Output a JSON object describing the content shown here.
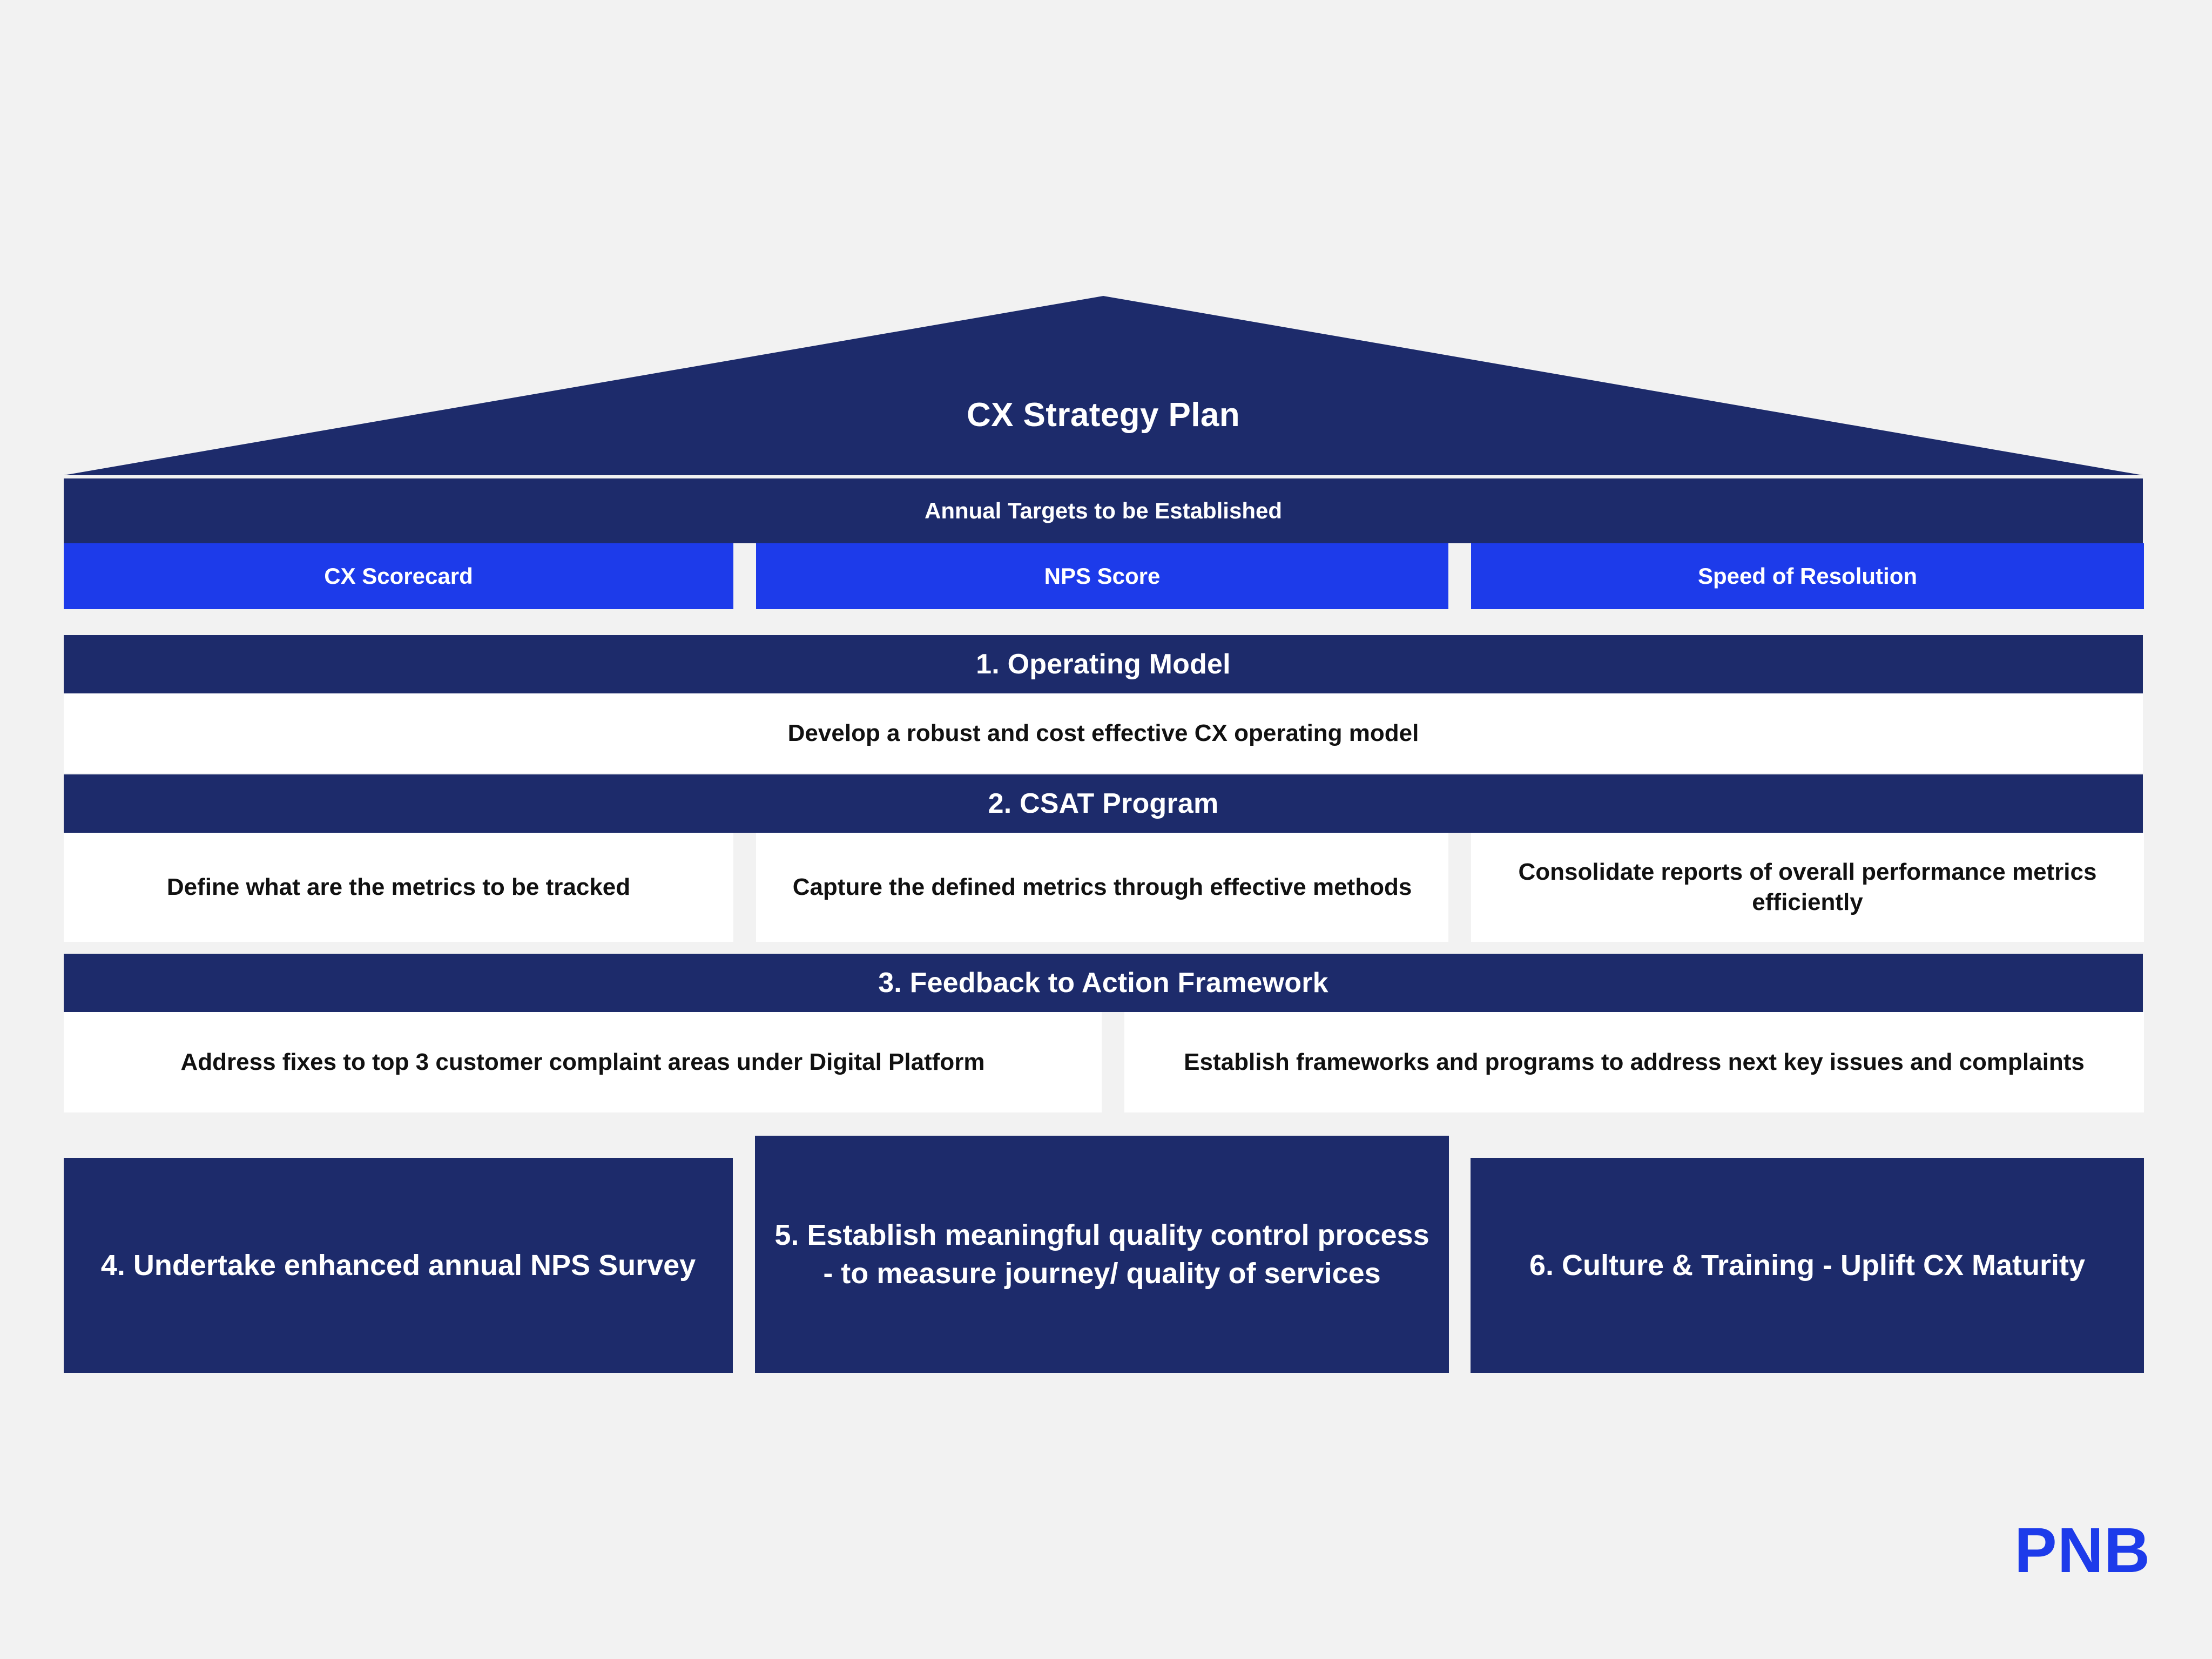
{
  "colors": {
    "background": "#f2f2f2",
    "navy": "#1d2b6b",
    "bright_blue": "#1d3bea",
    "panel_white": "#ffffff",
    "text_dark": "#111111",
    "text_light": "#ffffff"
  },
  "roof": {
    "title": "CX Strategy Plan"
  },
  "targets": {
    "banner": "Annual Targets to be Established",
    "chips": [
      {
        "label": "CX Scorecard"
      },
      {
        "label": "NPS Score"
      },
      {
        "label": "Speed of Resolution"
      }
    ]
  },
  "sections": [
    {
      "heading": "1. Operating Model",
      "items": [
        {
          "text": "Develop a robust and cost effective CX operating model"
        }
      ]
    },
    {
      "heading": "2. CSAT Program",
      "items": [
        {
          "text": "Define what are the metrics to be tracked"
        },
        {
          "text": "Capture the defined metrics through effective methods"
        },
        {
          "text": "Consolidate reports of overall performance metrics efficiently"
        }
      ]
    },
    {
      "heading": "3. Feedback to Action Framework",
      "items": [
        {
          "text": "Address fixes to top 3 customer complaint areas under Digital Platform"
        },
        {
          "text": "Establish frameworks and programs to address next key issues and complaints"
        }
      ]
    }
  ],
  "pillars": [
    {
      "text": "4. Undertake enhanced annual NPS Survey"
    },
    {
      "text": "5.  Establish meaningful quality control process - to measure journey/ quality of services"
    },
    {
      "text": "6. Culture & Training - Uplift CX Maturity"
    }
  ],
  "logo": {
    "text": "PNB"
  }
}
